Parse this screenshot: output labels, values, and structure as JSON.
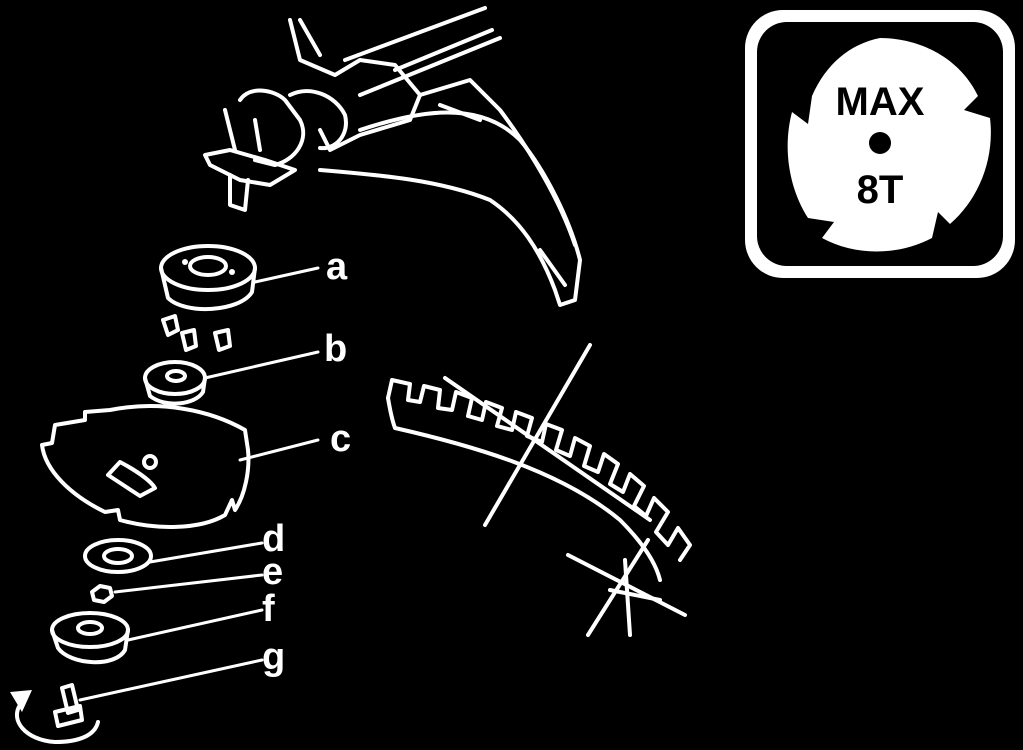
{
  "parts": [
    {
      "id": "a",
      "label": "a"
    },
    {
      "id": "b",
      "label": "b"
    },
    {
      "id": "c",
      "label": "c"
    },
    {
      "id": "d",
      "label": "d"
    },
    {
      "id": "e",
      "label": "e"
    },
    {
      "id": "f",
      "label": "f"
    },
    {
      "id": "g",
      "label": "g"
    }
  ],
  "badge": {
    "top_text": "MAX",
    "bottom_text": "8T",
    "icon": "four-tooth-blade-icon"
  },
  "colors": {
    "background": "#000000",
    "foreground": "#ffffff"
  }
}
